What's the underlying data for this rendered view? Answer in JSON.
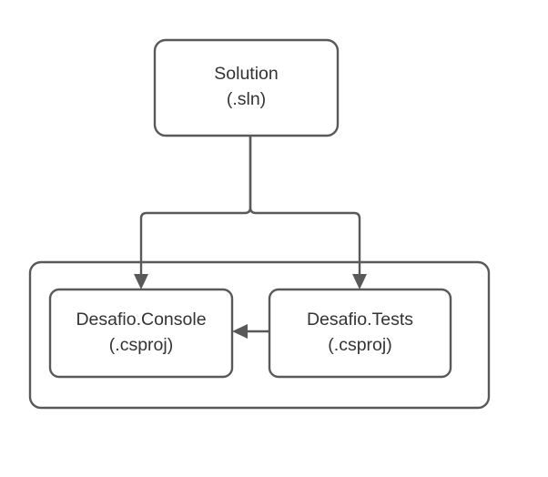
{
  "diagram": {
    "title": "dotnet solution structure",
    "background_color": "#ffffff",
    "stroke_color": "#595959",
    "text_color": "#333333",
    "nodes": [
      {
        "id": "solution",
        "line1": "Solution",
        "line2": "(.sln)"
      },
      {
        "id": "console",
        "line1": "Desafio.Console",
        "line2": "(.csproj)"
      },
      {
        "id": "tests",
        "line1": "Desafio.Tests",
        "line2": "(.csproj)"
      }
    ],
    "group": {
      "id": "projects-group",
      "label": ""
    },
    "edges": [
      {
        "id": "solution-to-console",
        "from": "solution",
        "to": "console",
        "label": "",
        "style": "orthogonal-arrow"
      },
      {
        "id": "solution-to-tests",
        "from": "solution",
        "to": "tests",
        "label": "",
        "style": "orthogonal-arrow"
      },
      {
        "id": "tests-to-console",
        "from": "tests",
        "to": "console",
        "label": "",
        "style": "straight-arrow"
      }
    ]
  }
}
